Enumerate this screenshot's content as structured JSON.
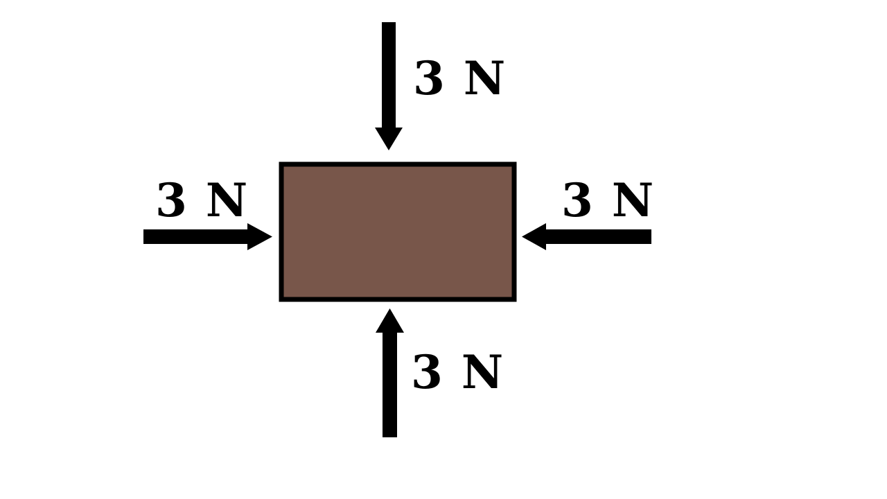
{
  "diagram": {
    "colors": {
      "block_fill": "#78564a",
      "block_stroke": "#000000",
      "arrow": "#000000",
      "background": "#ffffff"
    },
    "forces": {
      "top": {
        "label": "3 N",
        "direction": "down"
      },
      "left": {
        "label": "3 N",
        "direction": "right"
      },
      "right": {
        "label": "3 N",
        "direction": "left"
      },
      "bottom": {
        "label": "3 N",
        "direction": "up"
      }
    }
  }
}
